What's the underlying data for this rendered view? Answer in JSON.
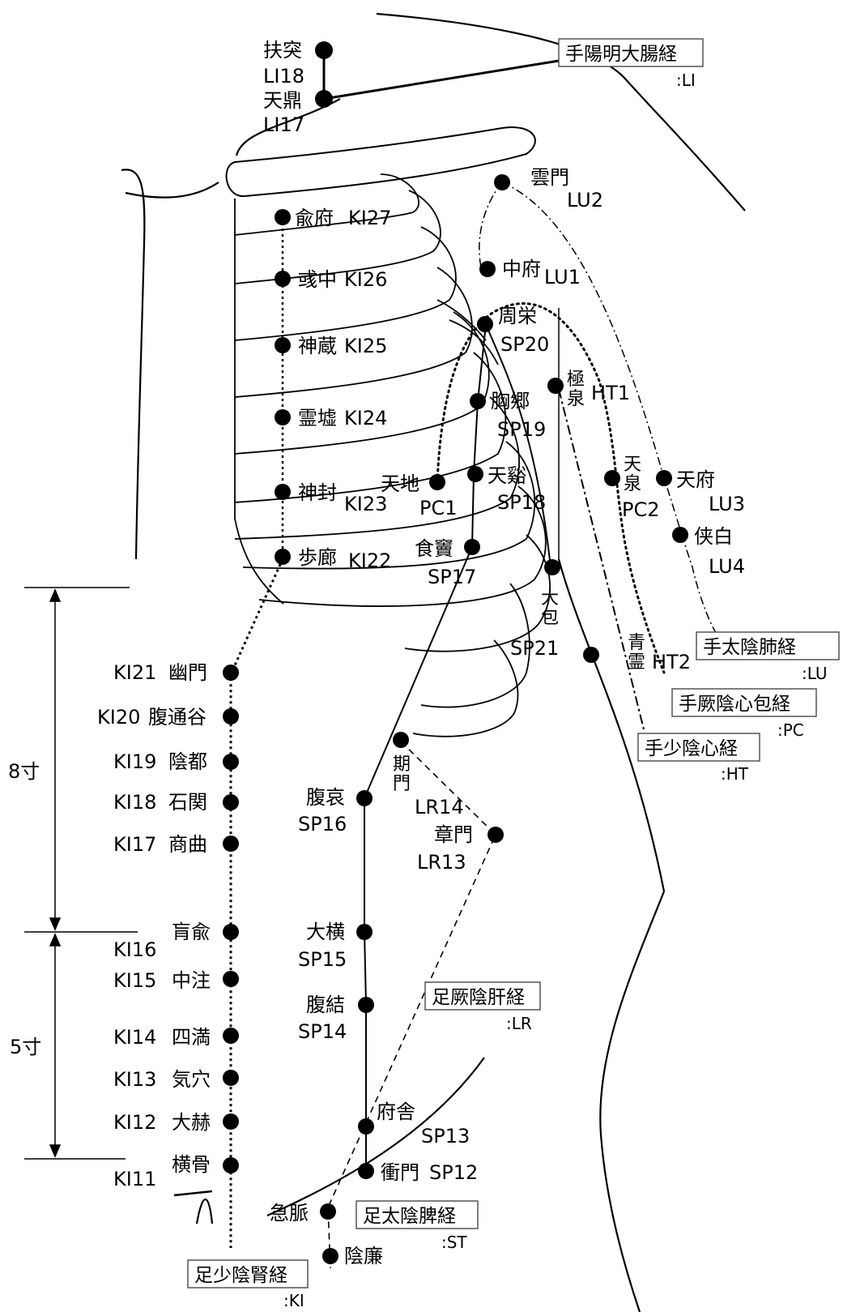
{
  "meridians": {
    "li": {
      "name": "手陽明大腸経",
      "abbr": ":LI"
    },
    "lu": {
      "name": "手太陰肺経",
      "abbr": ":LU"
    },
    "pc": {
      "name": "手厥陰心包経",
      "abbr": ":PC"
    },
    "ht": {
      "name": "手少陰心経",
      "abbr": ":HT"
    },
    "lr": {
      "name": "足厥陰肝経",
      "abbr": ":LR"
    },
    "sp": {
      "name": "足太陰脾経",
      "abbr": ":ST"
    },
    "ki": {
      "name": "足少陰腎経",
      "abbr": ":KI"
    }
  },
  "measures": {
    "upper": "8寸",
    "lower": "5寸"
  },
  "points": {
    "li18": {
      "name": "扶突",
      "code": "LI18"
    },
    "li17": {
      "name": "天鼎",
      "code": "LI17"
    },
    "lu2": {
      "name": "雲門",
      "code": "LU2"
    },
    "lu1": {
      "name": "中府",
      "code": "LU1"
    },
    "lu3": {
      "name": "天府",
      "code": "LU3"
    },
    "lu4": {
      "name": "侠白",
      "code": "LU4"
    },
    "sp20": {
      "name": "周栄",
      "code": "SP20"
    },
    "sp19": {
      "name": "胸郷",
      "code": "SP19"
    },
    "sp18": {
      "name": "天谿",
      "code": "SP18"
    },
    "sp17": {
      "name": "食竇",
      "code": "SP17"
    },
    "sp21": {
      "name": "大包",
      "code": "SP21"
    },
    "sp16": {
      "name": "腹哀",
      "code": "SP16"
    },
    "sp15": {
      "name": "大横",
      "code": "SP15"
    },
    "sp14": {
      "name": "腹結",
      "code": "SP14"
    },
    "sp13": {
      "name": "府舎",
      "code": "SP13"
    },
    "sp12": {
      "name": "衝門",
      "code": "SP12"
    },
    "pc1": {
      "name": "天地",
      "code": "PC1"
    },
    "pc2": {
      "name": "天泉",
      "code": "PC2"
    },
    "ht1": {
      "name": "極泉",
      "code": "HT1"
    },
    "ht2": {
      "name": "青霊",
      "code": "HT2"
    },
    "lr14": {
      "name": "期門",
      "code": "LR14"
    },
    "lr13": {
      "name": "章門",
      "code": "LR13"
    },
    "lr12": {
      "name": "急脈"
    },
    "lr11": {
      "name": "陰廉"
    },
    "ki27": {
      "name": "兪府",
      "code": "KI27"
    },
    "ki26": {
      "name": "彧中",
      "code": "KI26"
    },
    "ki25": {
      "name": "神蔵",
      "code": "KI25"
    },
    "ki24": {
      "name": "霊墟",
      "code": "KI24"
    },
    "ki23": {
      "name": "神封",
      "code": "KI23"
    },
    "ki22": {
      "name": "歩廊",
      "code": "KI22"
    },
    "ki21": {
      "name": "幽門",
      "code": "KI21"
    },
    "ki20": {
      "name": "腹通谷",
      "code": "KI20"
    },
    "ki19": {
      "name": "陰都",
      "code": "KI19"
    },
    "ki18": {
      "name": "石関",
      "code": "KI18"
    },
    "ki17": {
      "name": "商曲",
      "code": "KI17"
    },
    "ki16": {
      "name": "肓兪",
      "code": "KI16"
    },
    "ki15": {
      "name": "中注",
      "code": "KI15"
    },
    "ki14": {
      "name": "四満",
      "code": "KI14"
    },
    "ki13": {
      "name": "気穴",
      "code": "KI13"
    },
    "ki12": {
      "name": "大赫",
      "code": "KI12"
    },
    "ki11": {
      "name": "横骨",
      "code": "KI11"
    }
  }
}
